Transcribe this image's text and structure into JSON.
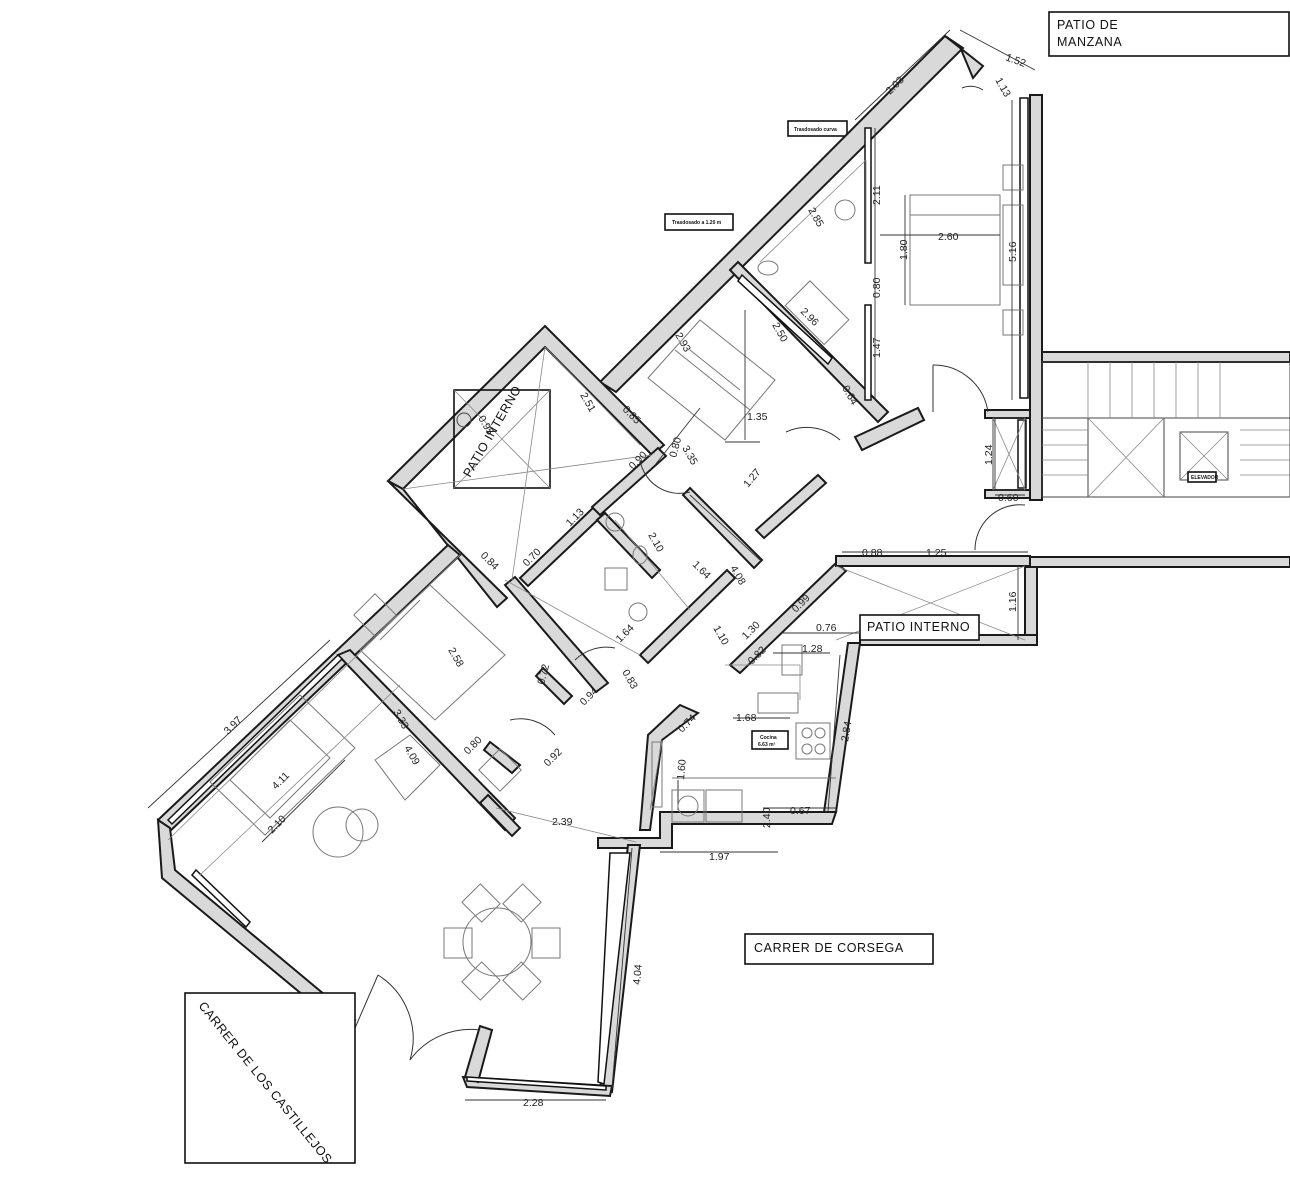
{
  "labels": {
    "patio_manzana_1": "PATIO DE",
    "patio_manzana_2": "MANZANA",
    "trasdosado_curva": "Trasdosado curva",
    "trasdosado_120": "Trasdosado a 1.20 m",
    "patio_interno_1": "PATIO INTERNO",
    "patio_interno_2": "PATIO INTERNO",
    "cocina_1": "Cocina",
    "cocina_2": "6.63 m²",
    "elevador": "ELEVADOR",
    "carrer_corsega": "CARRER DE CORSEGA",
    "carrer_castillejos": "CARRER DE LOS CASTILLEJOS"
  },
  "dimensions": [
    "1.52",
    "1.13",
    "2.03",
    "2.11",
    "2.85",
    "2.60",
    "1.80",
    "5.16",
    "0.80",
    "2.96",
    "2.50",
    "1.47",
    "0.64",
    "1.35",
    "2.93",
    "3.35",
    "0.85",
    "0.80",
    "2.51",
    "0.95",
    "0.90",
    "1.24",
    "0.60",
    "1.27",
    "2.10",
    "1.13",
    "0.70",
    "0.84",
    "1.64",
    "4.08",
    "0.88",
    "1.25",
    "0.99",
    "1.16",
    "1.30",
    "0.76",
    "1.10",
    "0.82",
    "1.28",
    "1.64",
    "2.58",
    "0.72",
    "0.83",
    "0.94",
    "3.97",
    "3.33",
    "1.68",
    "0.74",
    "2.84",
    "0.80",
    "0.92",
    "4.11",
    "4.09",
    "2.10",
    "1.60",
    "2.39",
    "0.67",
    "2.40",
    "1.97",
    "4.04",
    "2.28"
  ]
}
